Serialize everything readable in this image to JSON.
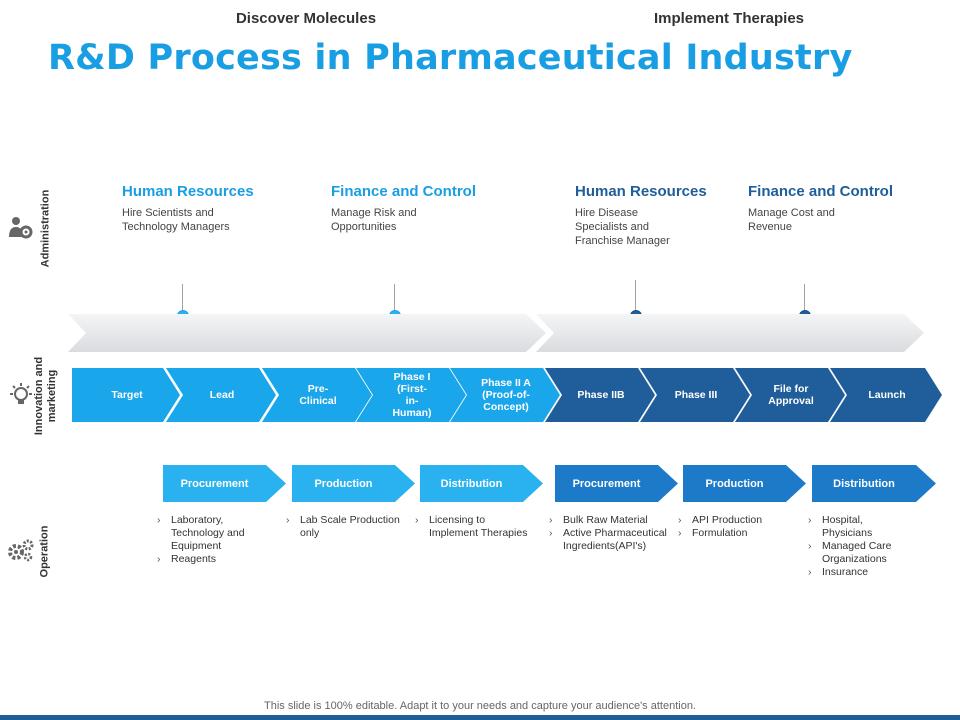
{
  "title": "R&D Process in Pharmaceutical Industry",
  "rows": {
    "administration": "Administration",
    "innovation": "Innovation and marketing",
    "operation": "Operation"
  },
  "icons": [
    "people-gear-icon",
    "lightbulb-icon",
    "gears-icon"
  ],
  "admin_items": [
    {
      "heading": "Human Resources",
      "desc": "Hire Scientists and Technology Managers",
      "color": "#1a9ee3"
    },
    {
      "heading": "Finance and Control",
      "desc": "Manage Risk and Opportunities",
      "color": "#1a9ee3"
    },
    {
      "heading": "Human Resources",
      "desc": "Hire Disease Specialists and Franchise Manager",
      "color": "#1f5e9a"
    },
    {
      "heading": "Finance and Control",
      "desc": "Manage Cost and Revenue",
      "color": "#1f5e9a"
    }
  ],
  "bands": [
    "Discover Molecules",
    "Implement Therapies"
  ],
  "phases": [
    {
      "label": "Target",
      "color": "#1aa6ea"
    },
    {
      "label": "Lead",
      "color": "#1aa6ea"
    },
    {
      "label": "Pre-\nClinical",
      "color": "#1aa6ea"
    },
    {
      "label": "Phase I\n(First-\nin-\nHuman)",
      "color": "#1aa6ea"
    },
    {
      "label": "Phase II A\n(Proof-of-\nConcept)",
      "color": "#1aa6ea"
    },
    {
      "label": "Phase IIB",
      "color": "#1f5e9a"
    },
    {
      "label": "Phase III",
      "color": "#1f5e9a"
    },
    {
      "label": "File for\nApproval",
      "color": "#1f5e9a"
    },
    {
      "label": "Launch",
      "color": "#1f5e9a"
    }
  ],
  "operations": [
    {
      "label": "Procurement",
      "color": "#29b2ef",
      "items": [
        "Laboratory, Technology and Equipment",
        "Reagents"
      ]
    },
    {
      "label": "Production",
      "color": "#29b2ef",
      "items": [
        "Lab Scale Production only"
      ]
    },
    {
      "label": "Distribution",
      "color": "#29b2ef",
      "items": [
        "Licensing to Implement Therapies"
      ]
    },
    {
      "label": "Procurement",
      "color": "#1c7ac9",
      "items": [
        "Bulk Raw Material",
        "Active Pharmaceutical Ingredients(API's)"
      ]
    },
    {
      "label": "Production",
      "color": "#1c7ac9",
      "items": [
        "API Production",
        "Formulation"
      ]
    },
    {
      "label": "Distribution",
      "color": "#1c7ac9",
      "items": [
        "Hospital, Physicians",
        "Managed Care Organizations",
        "Insurance"
      ]
    }
  ],
  "footer": "This slide is 100% editable. Adapt it to your needs and capture your audience's attention."
}
